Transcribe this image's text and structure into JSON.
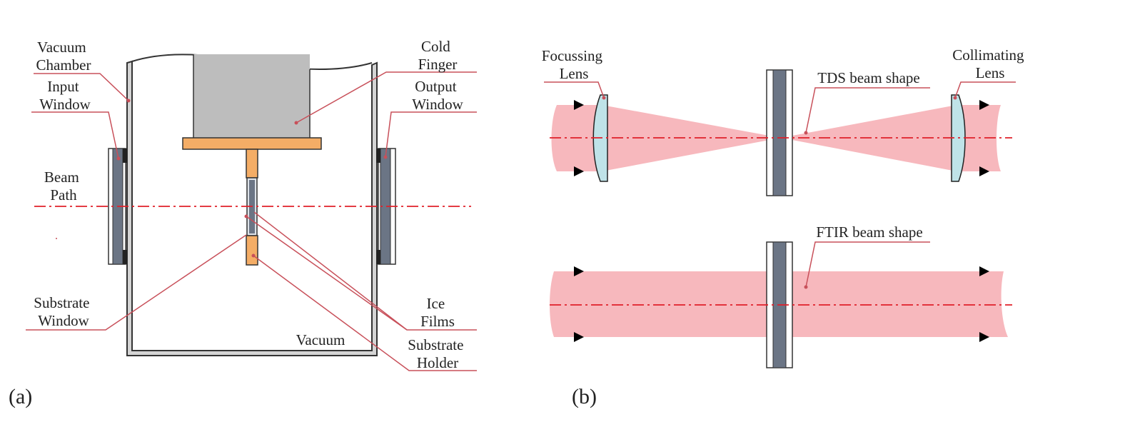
{
  "panel_a": {
    "caption": "(a)",
    "labels": {
      "vacuum_chamber": [
        "Vacuum",
        "Chamber"
      ],
      "input_window": [
        "Input",
        "Window"
      ],
      "beam_path": [
        "Beam",
        "Path"
      ],
      "substrate_window": [
        "Substrate",
        "Window"
      ],
      "cold_finger": [
        "Cold",
        "Finger"
      ],
      "output_window": [
        "Output",
        "Window"
      ],
      "ice_films": [
        "Ice",
        "Films"
      ],
      "substrate_holder": [
        "Substrate",
        "Holder"
      ],
      "vacuum": "Vacuum"
    }
  },
  "panel_b": {
    "caption": "(b)",
    "labels": {
      "focussing_lens": [
        "Focussing",
        "Lens"
      ],
      "collimating_lens": [
        "Collimating",
        "Lens"
      ],
      "tds_beam_shape": "TDS beam shape",
      "ftir_beam_shape": "FTIR beam shape"
    }
  },
  "colors": {
    "beam_axis": "#e0202a",
    "leader_line": "#c8505a",
    "beam_fill": "#f7b8bd",
    "window_glass": "#6b7585",
    "cold_finger": "#bdbdbd",
    "holder": "#f4ad66",
    "lens_glass": "#bfe3e8",
    "chamber_wall": "#d4d4d4"
  }
}
